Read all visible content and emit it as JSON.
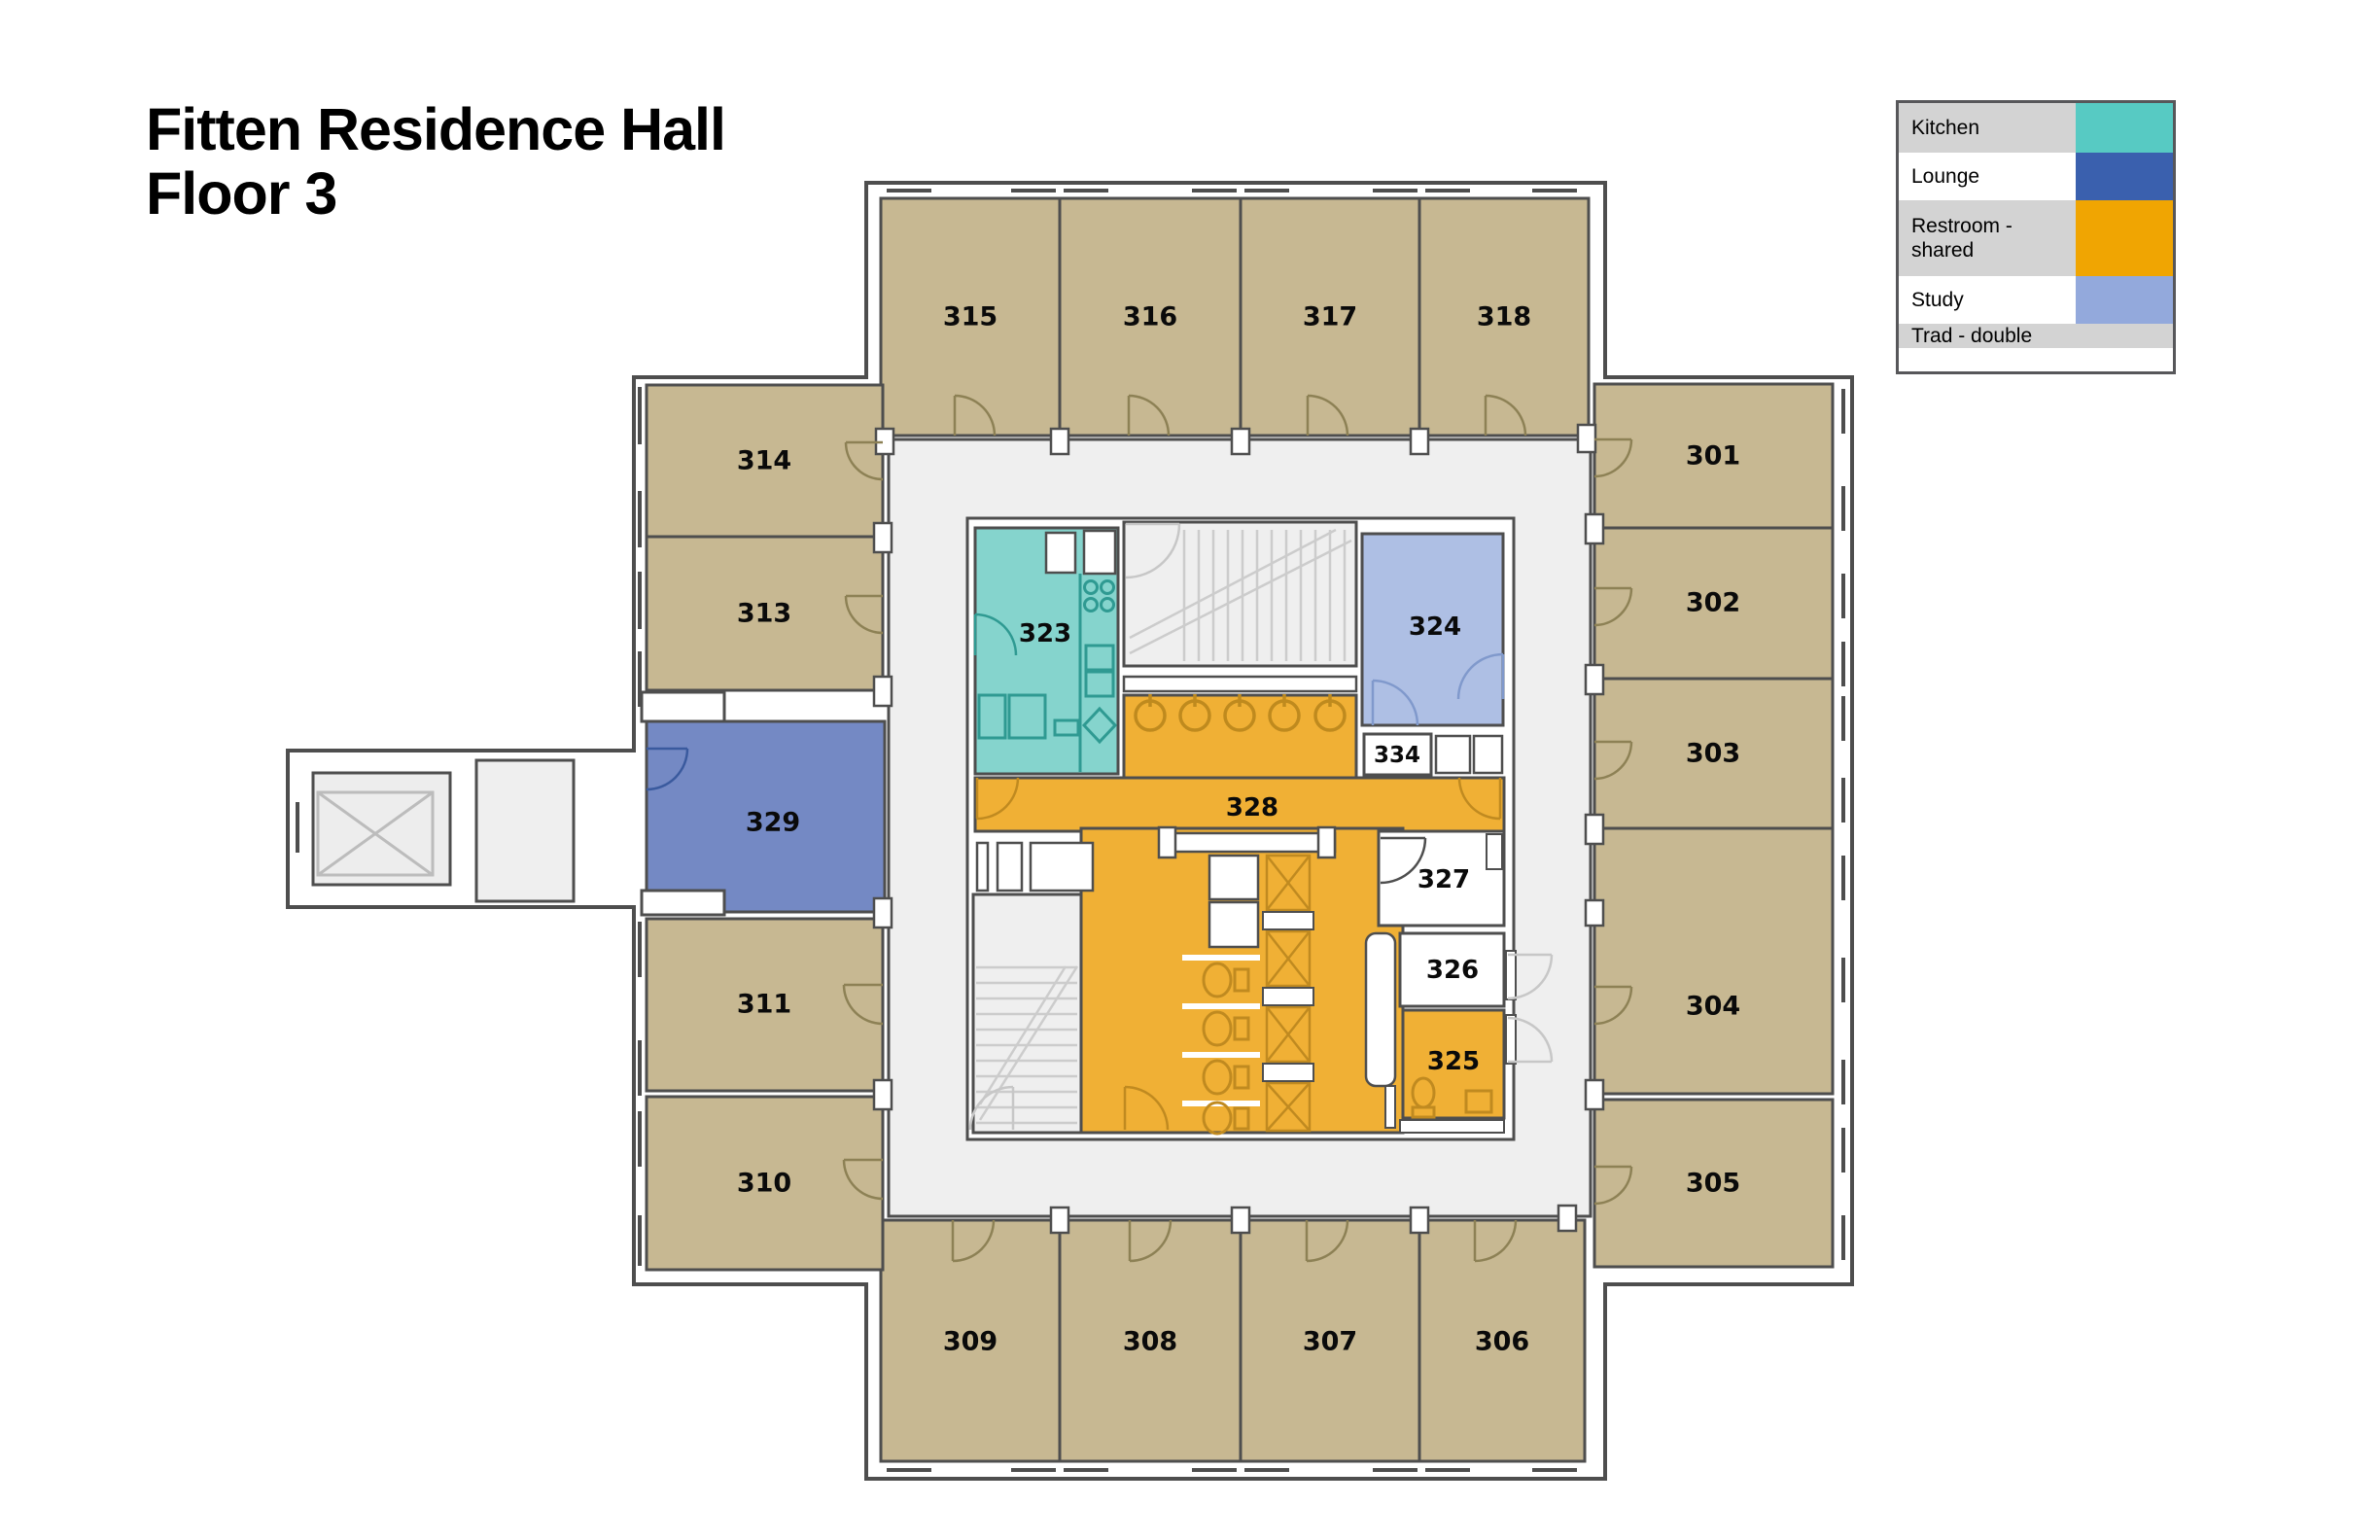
{
  "title": {
    "line1": "Fitten Residence Hall",
    "line2": "Floor 3"
  },
  "legend": {
    "items": [
      {
        "label": "Kitchen",
        "color": "#57cac3"
      },
      {
        "label": "Lounge",
        "color": "#3a60ae"
      },
      {
        "label": "Restroom -\nshared",
        "color": "#f0a502"
      },
      {
        "label": "Study",
        "color": "#93a9dc"
      },
      {
        "label": "Trad - double",
        "color": "#b5a470"
      }
    ]
  },
  "colors": {
    "trad_double_room": "#c7b892",
    "lounge_room": "#7489c4",
    "kitchen_room": "#85d4cd",
    "restroom_room": "#f0b035",
    "study_room": "#aebfe4",
    "corridor": "#efefef",
    "stairwell": "#efefef",
    "elevator": "#ededed",
    "wall": "#4e4e4e"
  },
  "rooms": {
    "301": {
      "label": "301",
      "type": "Trad - double"
    },
    "302": {
      "label": "302",
      "type": "Trad - double"
    },
    "303": {
      "label": "303",
      "type": "Trad - double"
    },
    "304": {
      "label": "304",
      "type": "Trad - double"
    },
    "305": {
      "label": "305",
      "type": "Trad - double"
    },
    "306": {
      "label": "306",
      "type": "Trad - double"
    },
    "307": {
      "label": "307",
      "type": "Trad - double"
    },
    "308": {
      "label": "308",
      "type": "Trad - double"
    },
    "309": {
      "label": "309",
      "type": "Trad - double"
    },
    "310": {
      "label": "310",
      "type": "Trad - double"
    },
    "311": {
      "label": "311",
      "type": "Trad - double"
    },
    "313": {
      "label": "313",
      "type": "Trad - double"
    },
    "314": {
      "label": "314",
      "type": "Trad - double"
    },
    "315": {
      "label": "315",
      "type": "Trad - double"
    },
    "316": {
      "label": "316",
      "type": "Trad - double"
    },
    "317": {
      "label": "317",
      "type": "Trad - double"
    },
    "318": {
      "label": "318",
      "type": "Trad - double"
    },
    "323": {
      "label": "323",
      "type": "Kitchen"
    },
    "324": {
      "label": "324",
      "type": "Study"
    },
    "325": {
      "label": "325",
      "type": "Restroom - shared"
    },
    "326": {
      "label": "326",
      "type": ""
    },
    "327": {
      "label": "327",
      "type": ""
    },
    "328": {
      "label": "328",
      "type": "Restroom - shared"
    },
    "329": {
      "label": "329",
      "type": "Lounge"
    },
    "334": {
      "label": "334",
      "type": ""
    }
  }
}
